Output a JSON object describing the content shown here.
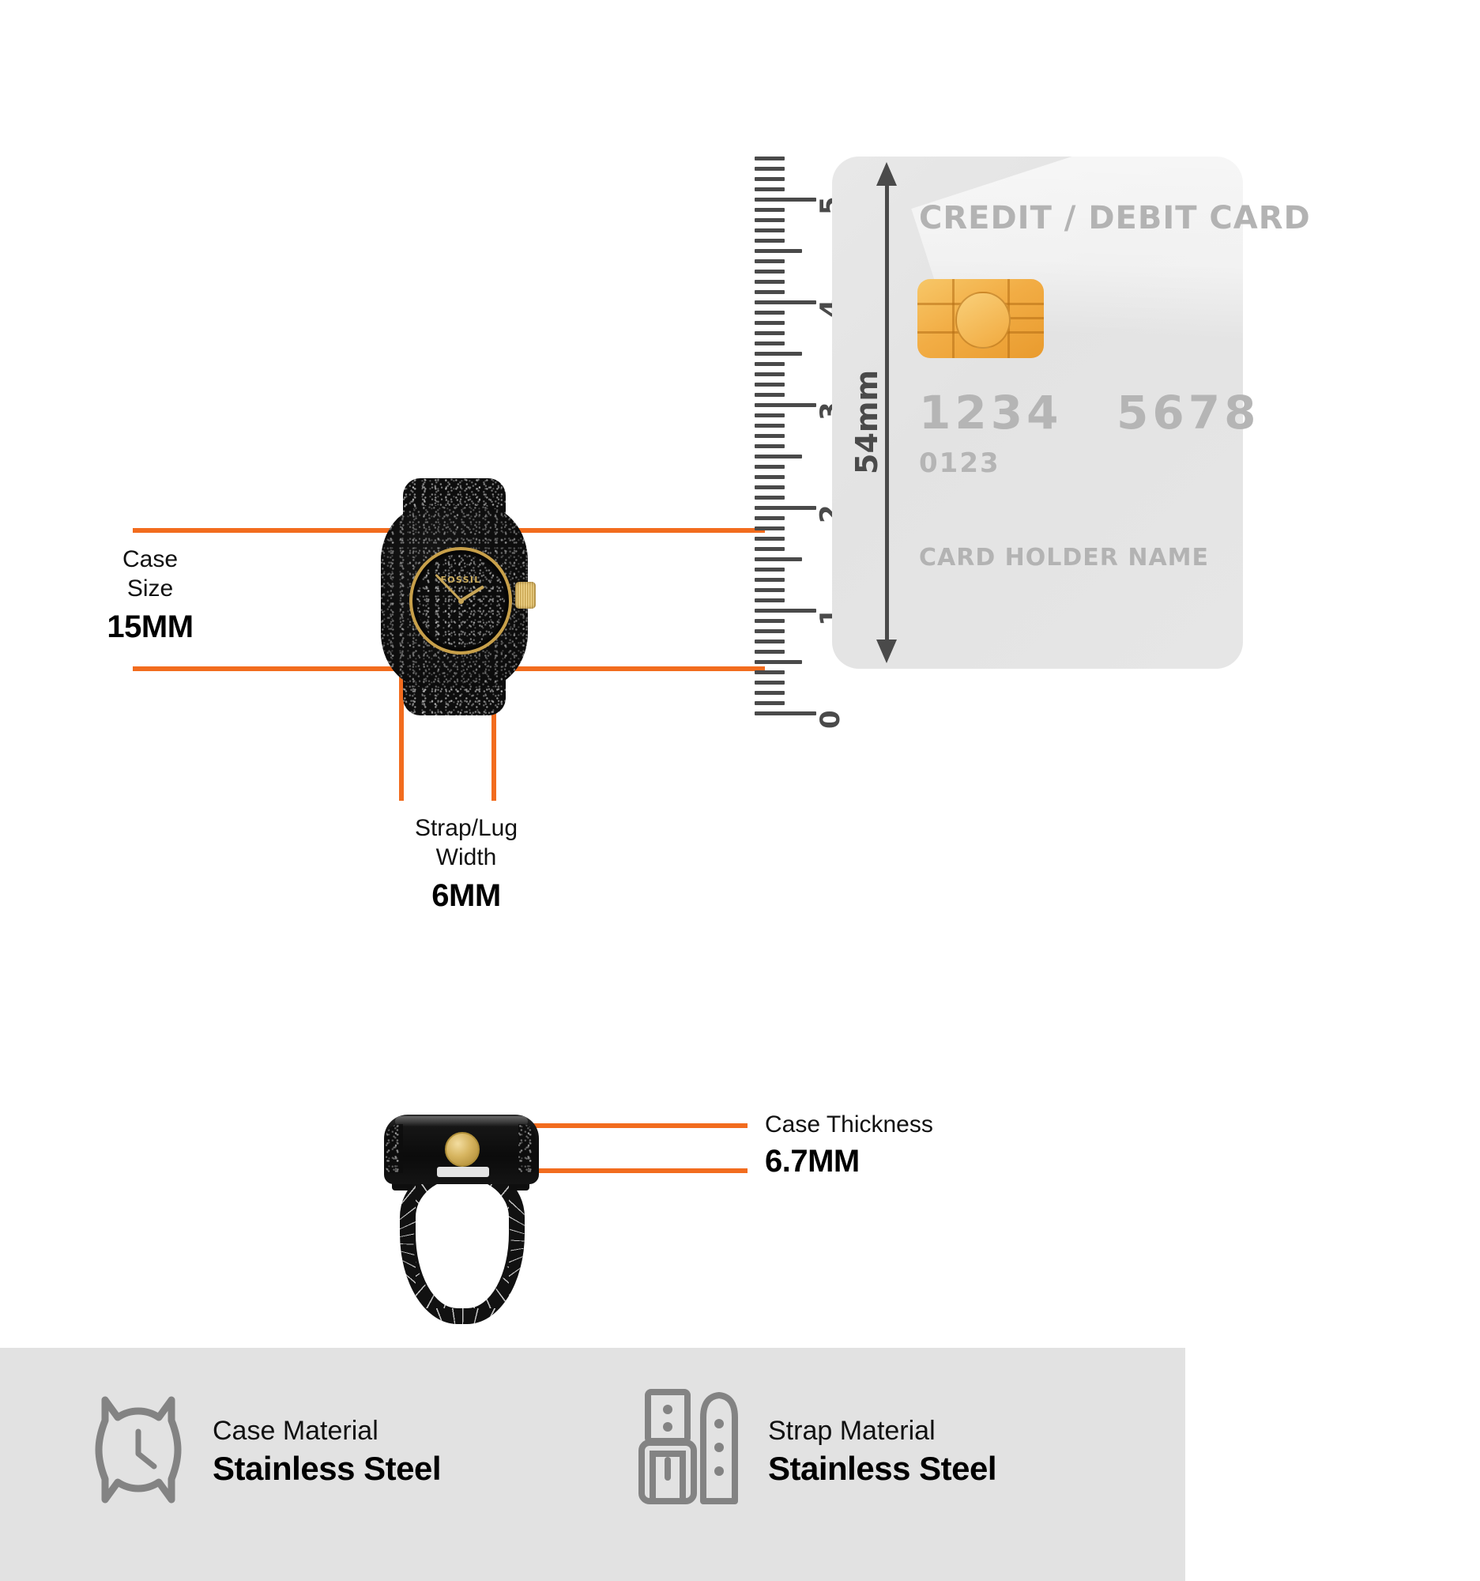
{
  "spec": {
    "case_size": {
      "label_line1": "Case",
      "label_line2": "Size",
      "value": "15MM"
    },
    "strap_lug": {
      "label_line1": "Strap/Lug",
      "label_line2": "Width",
      "value": "6MM"
    },
    "case_thickness": {
      "label": "Case Thickness",
      "value": "6.7MM"
    }
  },
  "ruler": {
    "unit": "cm",
    "numbers": [
      "0",
      "1",
      "2",
      "3",
      "4",
      "5"
    ],
    "min": 0,
    "max": 5
  },
  "credit_card": {
    "title": "CREDIT / DEBIT CARD",
    "number_group_1": "1234",
    "number_group_2": "5678",
    "expiry": "0123",
    "holder": "CARD HOLDER NAME",
    "height_dimension": "54mm",
    "chip_icon": "emv-chip-icon"
  },
  "watch": {
    "dial_brand": "FOSSIL",
    "top_view_icon": "watch-top-view",
    "side_view_icon": "watch-side-view"
  },
  "footer": {
    "case_material": {
      "label": "Case Material",
      "value": "Stainless Steel",
      "icon": "watch-case-icon"
    },
    "strap_material": {
      "label": "Strap Material",
      "value": "Stainless Steel",
      "icon": "watch-strap-icon"
    }
  },
  "colors": {
    "accent_orange": "#f26c1e",
    "footer_bg": "#e2e2e2",
    "ruler_gray": "#4a4a4a",
    "card_gray": "#e5e5e5",
    "card_text_gray": "#b5b5b5",
    "gold": "#d2ae5c"
  }
}
